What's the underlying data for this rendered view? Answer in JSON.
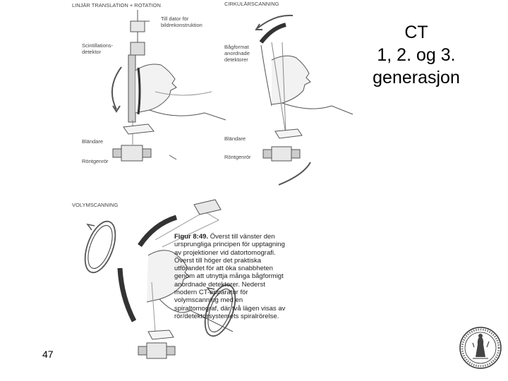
{
  "slide": {
    "title": "CT\n1, 2. og 3.\ngenerasjon",
    "page_number": "47"
  },
  "figure": {
    "panel_linear": {
      "heading": "LINJÄR TRANSLATION + ROTATION",
      "data_label": "Till dator för\nbildrekonstruktion",
      "detector_label": "Scintillations-\ndetektor",
      "aperture_label": "Bländare",
      "tube_label": "Röntgenrör"
    },
    "panel_circular": {
      "heading": "CIRKULÄRSCANNING",
      "detector_label": "Bågformat\nanordnade\ndetektorer",
      "aperture_label": "Bländare",
      "tube_label": "Röntgenrör"
    },
    "panel_volume": {
      "heading": "VOLYMSCANNING"
    },
    "caption": {
      "title": "Figur 8:49.",
      "body": "Överst till vänster den ursprungliga principen för upptagning av projektioner vid datortomografi. Överst till höger det praktiska utförandet för att öka snabbheten genom att utnyttja många bågformigt anordnade detektorer. Nederst modern CT-apparatur för volymscanning med en spiraltomograf, där två lägen visas av rör/detektorsystemets spiralrörelse."
    }
  },
  "logo": {
    "name": "university-seal-icon"
  }
}
